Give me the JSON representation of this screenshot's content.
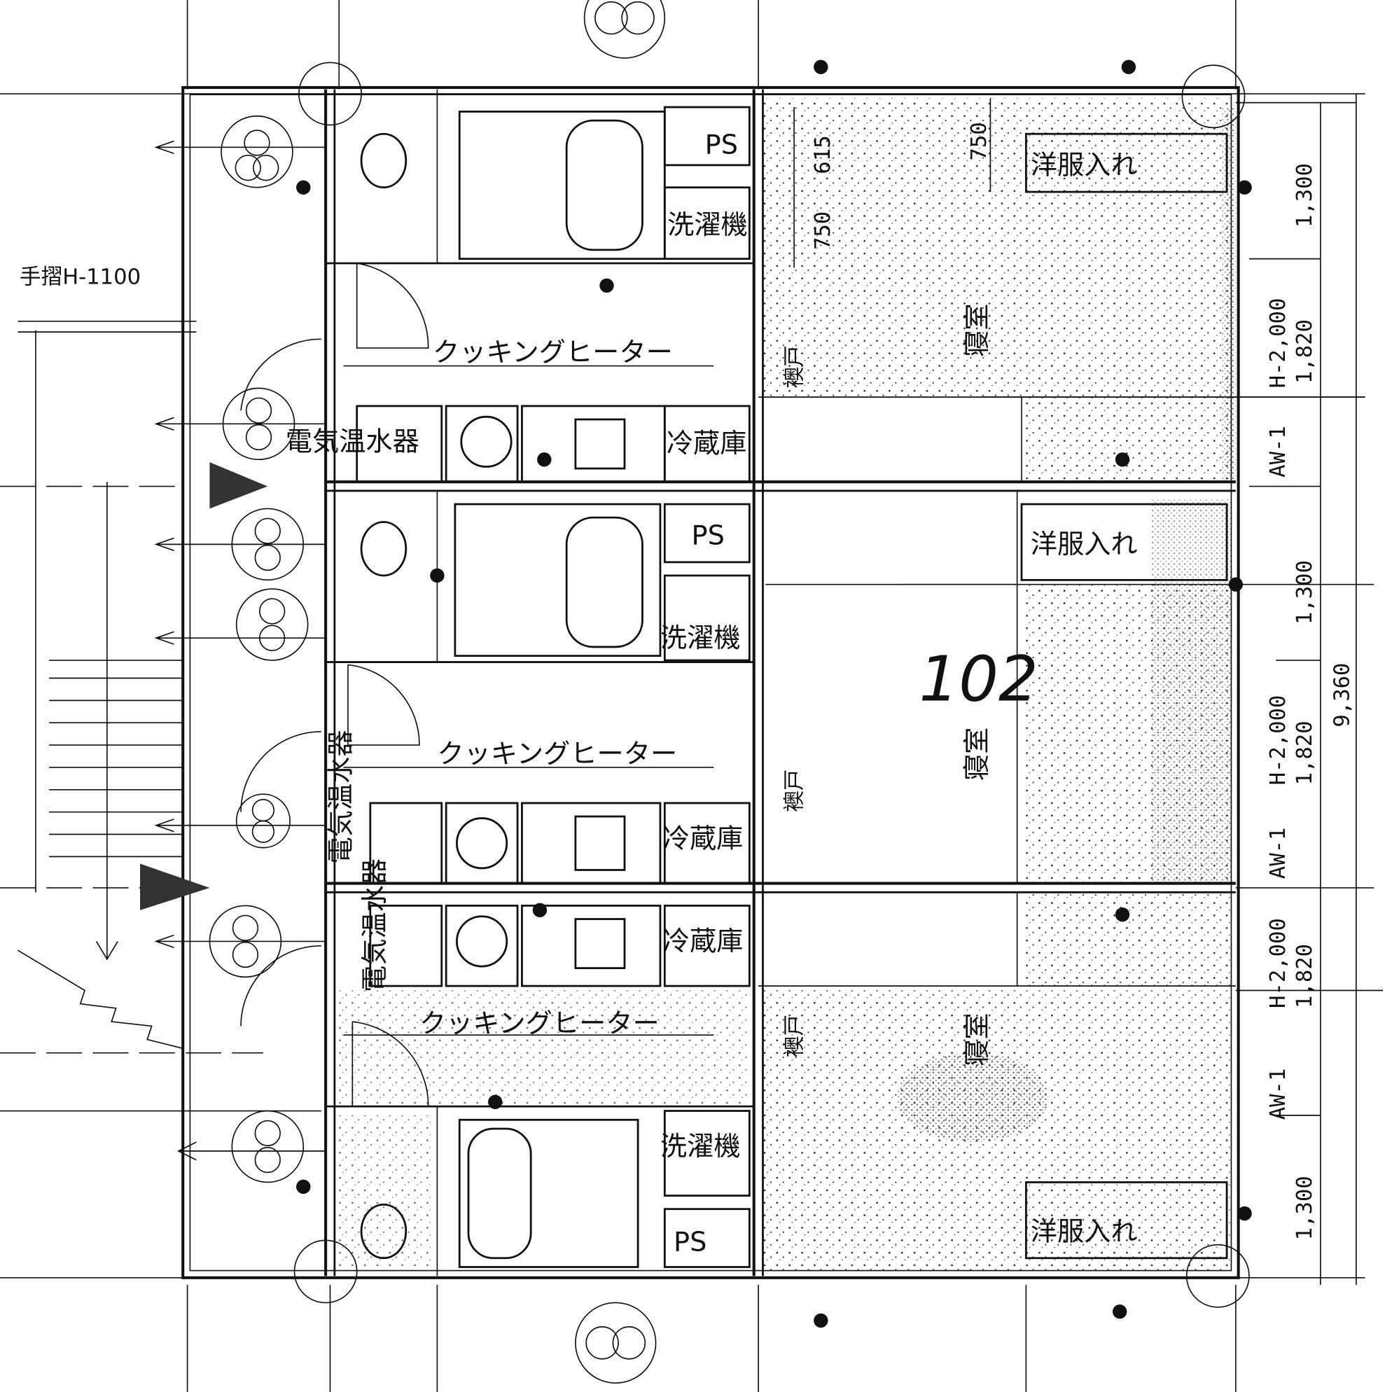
{
  "plan": {
    "handrail": "手摺H-1100",
    "unit_number": "102",
    "units": [
      {
        "bedroom": "寝室",
        "closet": "洋服入れ",
        "ps": "PS",
        "washer": "洗濯機",
        "cooking": "クッキングヒーター",
        "water_heater": "電気温水器",
        "fridge": "冷蔵庫",
        "door": "襖戸"
      },
      {
        "bedroom": "寝室",
        "closet": "洋服入れ",
        "ps": "PS",
        "washer": "洗濯機",
        "cooking": "クッキングヒーター",
        "water_heater": "電気温水器",
        "fridge": "冷蔵庫",
        "door": "襖戸"
      },
      {
        "bedroom": "寝室",
        "closet": "洋服入れ",
        "ps": "PS",
        "washer": "洗濯機",
        "cooking": "クッキングヒーター",
        "water_heater": "電気温水器",
        "fridge": "冷蔵庫",
        "door": "襖戸"
      }
    ],
    "inner_dims": [
      "615",
      "750",
      "750"
    ],
    "right_dims": [
      {
        "a": "1,300"
      },
      {
        "a": "H-2,000",
        "b": "1,820"
      },
      {
        "a": "AW-1"
      },
      {
        "a": "1,300"
      },
      {
        "a": "H-2,000",
        "b": "1,820"
      },
      {
        "a": "AW-1"
      },
      {
        "a": "H-2,000",
        "b": "1,820"
      },
      {
        "a": "AW-1"
      },
      {
        "a": "1,300"
      }
    ],
    "total_dim": "9,360"
  }
}
